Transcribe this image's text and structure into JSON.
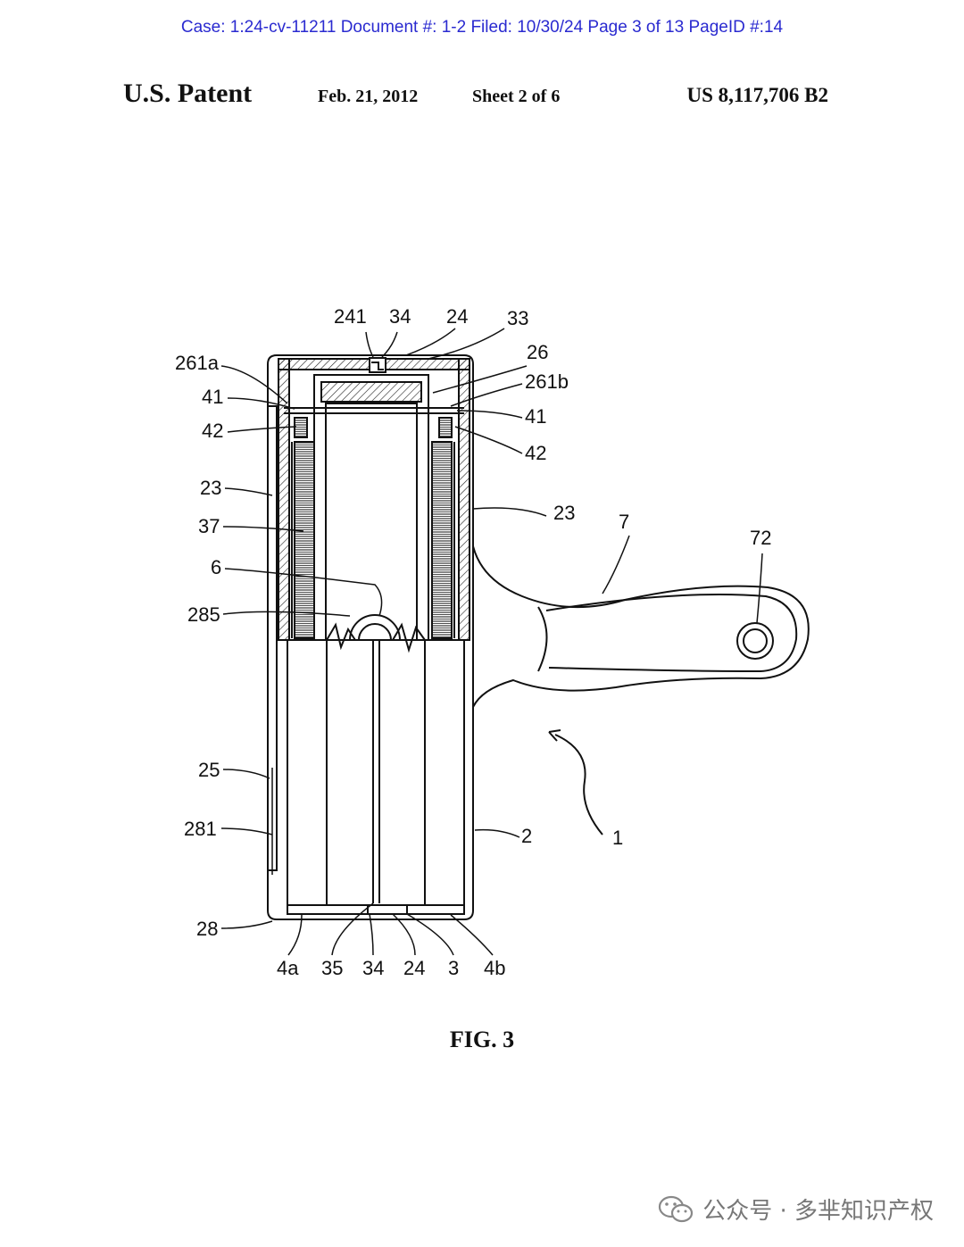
{
  "case_header": "Case: 1:24-cv-11211 Document #: 1-2 Filed: 10/30/24 Page 3 of 13 PageID #:14",
  "patent": {
    "office": "U.S. Patent",
    "date": "Feb. 21, 2012",
    "sheet": "Sheet 2 of 6",
    "number": "US 8,117,706 B2"
  },
  "figure": {
    "caption": "FIG. 3",
    "labels": {
      "l241": "241",
      "l34_top": "34",
      "l24_top": "24",
      "l33": "33",
      "l26": "26",
      "l261a": "261a",
      "l261b": "261b",
      "l41_left": "41",
      "l41_right": "41",
      "l42_left": "42",
      "l42_right": "42",
      "l23_left": "23",
      "l23_right": "23",
      "l37": "37",
      "l6": "6",
      "l285": "285",
      "l7": "7",
      "l72": "72",
      "l25": "25",
      "l281": "281",
      "l2": "2",
      "l1": "1",
      "l28": "28",
      "l4a": "4a",
      "l35": "35",
      "l34_bottom": "34",
      "l24_bottom": "24",
      "l3": "3",
      "l4b": "4b"
    }
  },
  "watermark": {
    "icon": "wechat-icon",
    "text": "公众号 · 多芈知识产权"
  }
}
